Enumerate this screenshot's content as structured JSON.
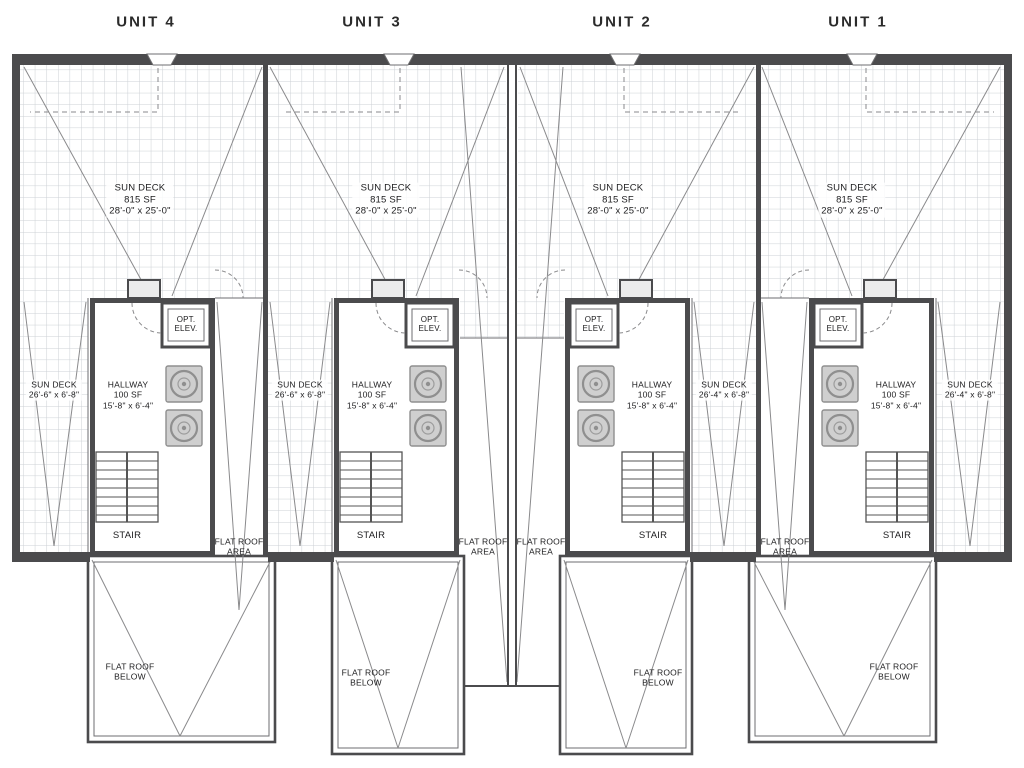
{
  "theme": {
    "wall-color": "#4b4b4d",
    "line-color": "#6e6e70",
    "diag-color": "#8a8a8c",
    "grid-color": "#ccd0d5",
    "text-color": "#1c1c1e",
    "bg-color": "#ffffff"
  },
  "units": [
    {
      "title": "UNIT 4",
      "sun_deck": {
        "name": "SUN DECK",
        "area": "815 SF",
        "dims": "28'-0\" x 25'-0\""
      },
      "side_deck": {
        "name": "SUN DECK",
        "dims": "26'-6\" x 6'-8\""
      },
      "hallway": {
        "name": "HALLWAY",
        "area": "100 SF",
        "dims": "15'-8\" x 6'-4\""
      },
      "elevator": {
        "line1": "OPT.",
        "line2": "ELEV."
      },
      "stair_label": "STAIR",
      "flat_roof_area": {
        "line1": "FLAT ROOF",
        "line2": "AREA"
      },
      "flat_roof_below": {
        "line1": "FLAT ROOF",
        "line2": "BELOW"
      }
    },
    {
      "title": "UNIT 3",
      "sun_deck": {
        "name": "SUN DECK",
        "area": "815 SF",
        "dims": "28'-0\" x 25'-0\""
      },
      "side_deck": {
        "name": "SUN DECK",
        "dims": "26'-6\" x 6'-8\""
      },
      "hallway": {
        "name": "HALLWAY",
        "area": "100 SF",
        "dims": "15'-8\" x 6'-4\""
      },
      "elevator": {
        "line1": "OPT.",
        "line2": "ELEV."
      },
      "stair_label": "STAIR",
      "flat_roof_area": {
        "line1": "FLAT ROOF",
        "line2": "AREA"
      },
      "flat_roof_below": {
        "line1": "FLAT ROOF",
        "line2": "BELOW"
      }
    },
    {
      "title": "UNIT 2",
      "sun_deck": {
        "name": "SUN DECK",
        "area": "815 SF",
        "dims": "28'-0\" x 25'-0\""
      },
      "side_deck": {
        "name": "SUN DECK",
        "dims": "26'-4\" x 6'-8\""
      },
      "hallway": {
        "name": "HALLWAY",
        "area": "100 SF",
        "dims": "15'-8\" x 6'-4\""
      },
      "elevator": {
        "line1": "OPT.",
        "line2": "ELEV."
      },
      "stair_label": "STAIR",
      "flat_roof_area": {
        "line1": "FLAT ROOF",
        "line2": "AREA"
      },
      "flat_roof_below": {
        "line1": "FLAT ROOF",
        "line2": "BELOW"
      }
    },
    {
      "title": "UNIT 1",
      "sun_deck": {
        "name": "SUN DECK",
        "area": "815 SF",
        "dims": "28'-0\" x 25'-0\""
      },
      "side_deck": {
        "name": "SUN DECK",
        "dims": "26'-4\" x 6'-8\""
      },
      "hallway": {
        "name": "HALLWAY",
        "area": "100 SF",
        "dims": "15'-8\" x 6'-4\""
      },
      "elevator": {
        "line1": "OPT.",
        "line2": "ELEV."
      },
      "stair_label": "STAIR",
      "flat_roof_area": {
        "line1": "FLAT ROOF",
        "line2": "AREA"
      },
      "flat_roof_below": {
        "line1": "FLAT ROOF",
        "line2": "BELOW"
      }
    }
  ]
}
